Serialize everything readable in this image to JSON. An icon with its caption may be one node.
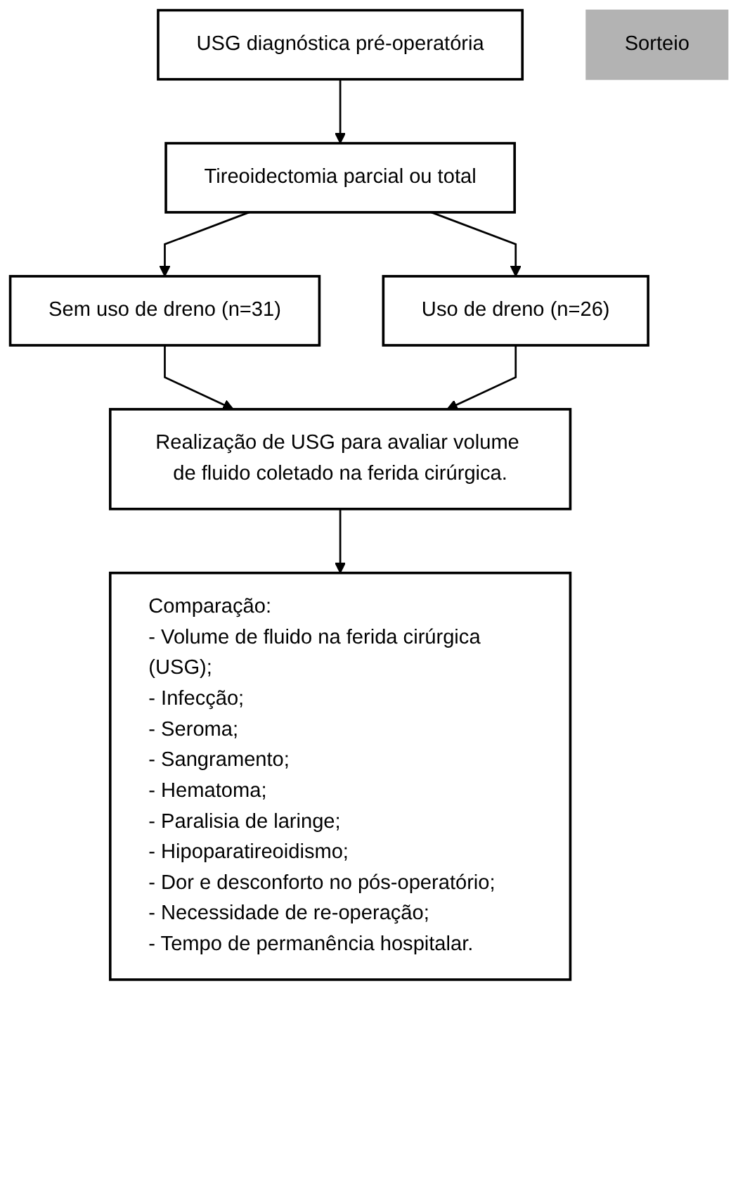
{
  "diagram": {
    "nodes": [
      {
        "text": [
          "USG diagnóstica pré-operatória"
        ]
      },
      {
        "text": [
          "Tireoidectomia parcial ou total"
        ]
      },
      {
        "text": [
          "Sem uso de dreno (n=31)"
        ]
      },
      {
        "text": [
          "Sorteio"
        ]
      },
      {
        "text": [
          "Uso de dreno (n=26)"
        ]
      },
      {
        "text": [
          "Realização de USG para avaliar volume de fluido coletado na ferida cirúrgica."
        ]
      },
      {
        "text": [
          "Comparação:",
          "- Volume de fluido na ferida cirúrgica (USG);",
          "- Infecção;",
          "- Seroma;",
          "- Sangramento;",
          "- Hematoma;",
          "- Paralisia de laringe;",
          "- Hipoparatireoidismo;",
          "- Dor e desconforto no pós-operatório;",
          "- Necessidade de re-operação;",
          "- Tempo de permanência hospitalar."
        ]
      }
    ],
    "edges": [
      {
        "from": 0,
        "to": 1,
        "arrow": "to"
      },
      {
        "from": 1,
        "to": 2,
        "arrow": "to"
      },
      {
        "from": 1,
        "to": 4,
        "arrow": "to"
      },
      {
        "from": 2,
        "to": 5,
        "arrow": "to"
      },
      {
        "from": 4,
        "to": 5,
        "arrow": "to"
      },
      {
        "from": 5,
        "to": 6,
        "arrow": "to"
      }
    ]
  }
}
